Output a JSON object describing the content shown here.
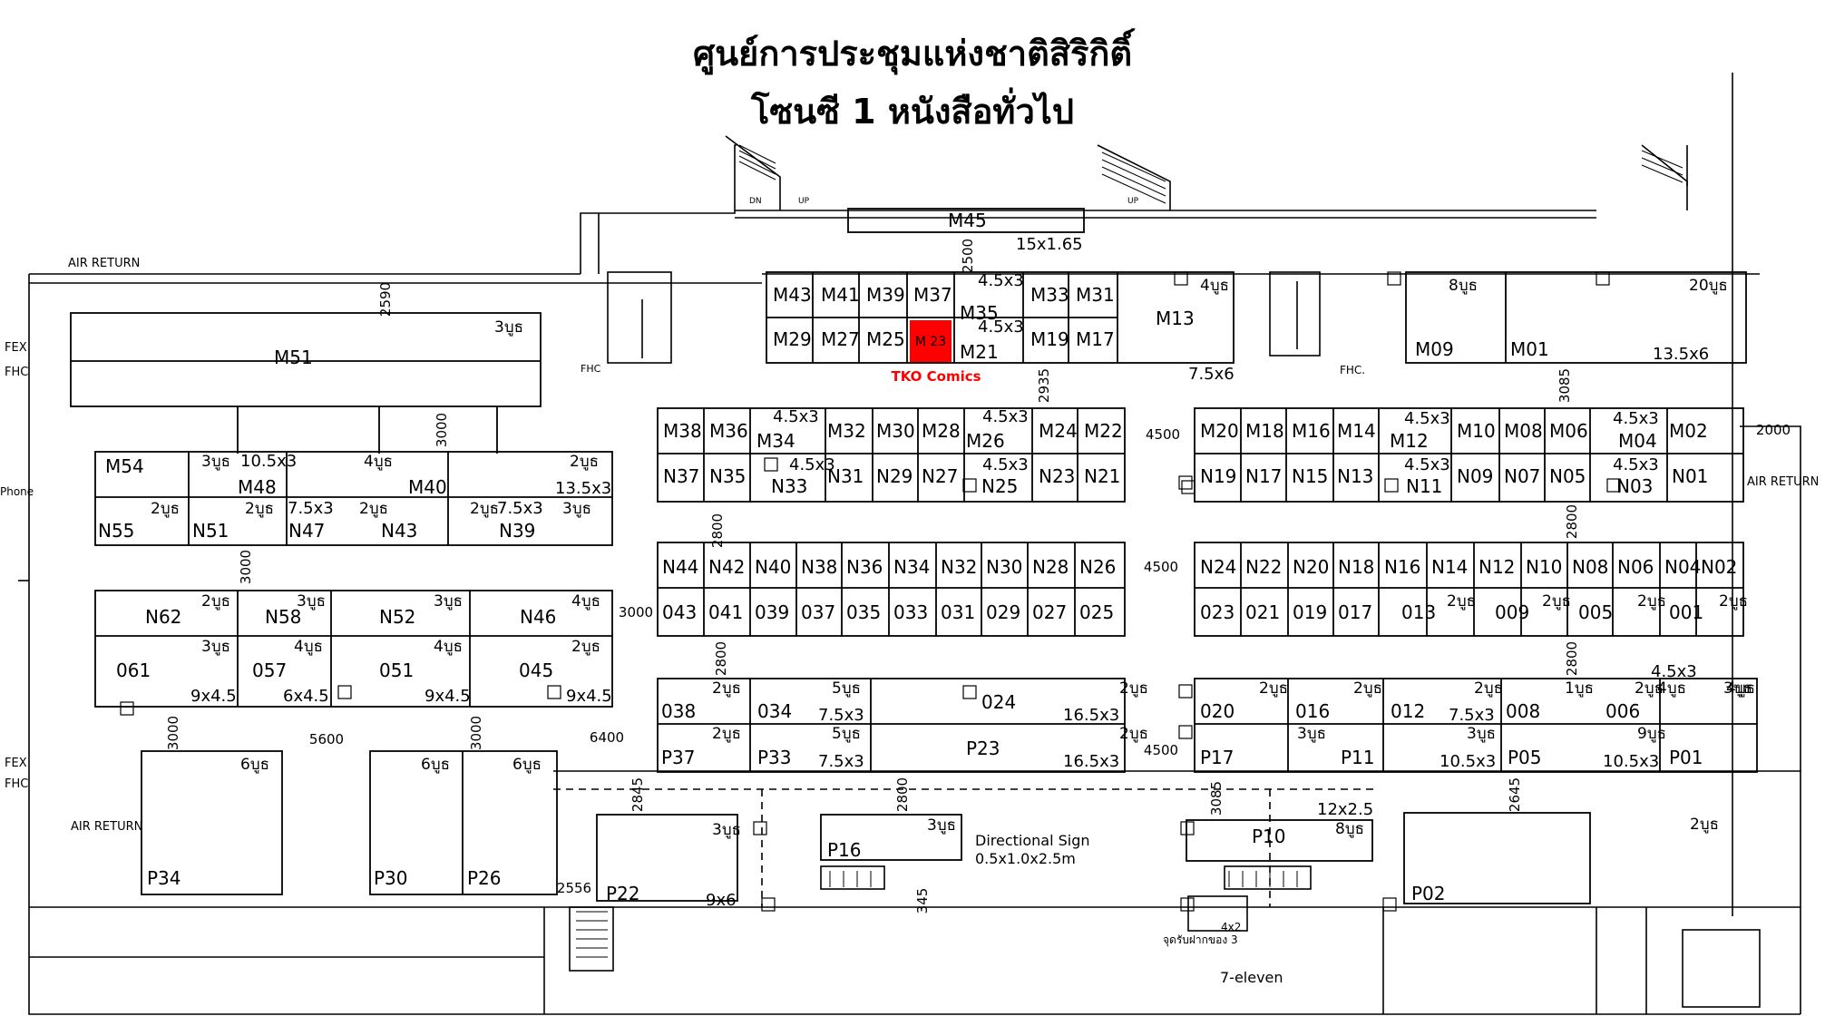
{
  "map": {
    "title": "ศูนย์การประชุมแห่งชาติสิริกิติ์",
    "subtitle": "โซนซี 1  หนังสือทั่วไป",
    "highlight": {
      "code": "M 23",
      "label": "TKO Comics",
      "color": "#ff0000"
    }
  },
  "dims": {
    "d1": "15x1.65",
    "d2": "4.5x3",
    "d3": "4.5x3",
    "d4": "4.5x3",
    "d5": "4.5x3",
    "d6": "4.5x3",
    "d7": "4.5x3",
    "d8": "4.5x3",
    "d9": "4.5x3",
    "d10": "4.5x3",
    "d11": "4.5x3",
    "d12": "4.5x3",
    "d13": "7.5x6",
    "d14": "13.5x6",
    "d15": "10.5x3",
    "d16": "13.5x3",
    "d17": "7.5x3",
    "d18": "7.5x3",
    "d19": "9x4.5",
    "d20": "6x4.5",
    "d21": "9x4.5",
    "d22": "9x4.5",
    "d23": "7.5x3",
    "d24": "16.5x3",
    "d25": "7.5x3",
    "d26": "16.5x3",
    "d27": "4.5x3",
    "d28": "7.5x3",
    "d29": "10.5x3",
    "d30": "10.5x3",
    "d31": "9x6",
    "d32": "12x2.5",
    "d33": "4x2"
  },
  "measures": {
    "m1": "2500",
    "m2": "2590",
    "m3": "3000",
    "m4": "2935",
    "m5": "3085",
    "m6": "4500",
    "m7": "2000",
    "m8": "3000",
    "m9": "2800",
    "m10": "2800",
    "m11": "4500",
    "m12": "3000",
    "m13": "2800",
    "m14": "2800",
    "m15": "3000",
    "m16": "5600",
    "m17": "3000",
    "m18": "6400",
    "m19": "4500",
    "m20": "2845",
    "m21": "2800",
    "m22": "3085",
    "m23": "2645",
    "m24": "2556",
    "m25": "345"
  },
  "labels": {
    "air_return_1": "AIR RETURN",
    "air_return_2": "AIR RETURN",
    "air_return_3": "AIR RETURN",
    "fex_1": "FEX",
    "fhc_1": "FHC",
    "fex_2": "FEX",
    "fhc_2": "FHC",
    "fhc_3": "FHC",
    "fhc_4": "FHC.",
    "phone": "Phone",
    "dn": "DN",
    "up_1": "UP",
    "up_2": "UP",
    "directional_1": "Directional  Sign",
    "directional_2": "0.5x1.0x2.5m",
    "cloak": "จุดรับฝากของ 3",
    "seven": "7-eleven"
  },
  "booth_units": [
    "4บูธ",
    "8บูธ",
    "20บูธ",
    "3บูธ",
    "3บูธ",
    "4บูธ",
    "2บูธ",
    "2บูธ",
    "2บูธ",
    "2บูธ",
    "2บูธ",
    "3บูธ",
    "2บูธ",
    "3บูธ",
    "3บูธ",
    "4บูธ",
    "3บูธ",
    "4บูธ",
    "4บูธ",
    "2บูธ",
    "2บูธ",
    "5บูธ",
    "2บูธ",
    "2บูธ",
    "5บูธ",
    "2บูธ",
    "2บูธ",
    "2บูธ",
    "2บูธ",
    "1บูธ",
    "4บูธ",
    "3บูธ",
    "3บูธ",
    "3บูธ",
    "9บูธ",
    "6บูธ",
    "6บูธ",
    "6บูธ",
    "3บูธ",
    "3บูธ",
    "8บูธ",
    "2บูธ",
    "2บูธ",
    "2บูธ",
    "2บูธ",
    "2บูธ",
    "2บูธ",
    "4บูธ"
  ],
  "zones": {
    "Mtop": [
      "M45",
      "M43",
      "M41",
      "M39",
      "M37",
      "M35",
      "M33",
      "M31",
      "M13",
      "M29",
      "M27",
      "M25",
      "M21",
      "M19",
      "M17",
      "M09",
      "M01",
      "M51"
    ],
    "MN": [
      "M38",
      "M36",
      "M34",
      "M32",
      "M30",
      "M28",
      "M26",
      "M24",
      "M22",
      "N37",
      "N35",
      "N33",
      "N31",
      "N29",
      "N27",
      "N25",
      "N23",
      "N21",
      "M20",
      "M18",
      "M16",
      "M14",
      "M12",
      "M10",
      "M08",
      "M06",
      "M04",
      "M02",
      "N19",
      "N17",
      "N15",
      "N13",
      "N11",
      "N09",
      "N07",
      "N05",
      "N03",
      "N01"
    ],
    "left": [
      "M54",
      "M48",
      "M40",
      "N55",
      "N51",
      "N47",
      "N43",
      "N39",
      "N62",
      "N58",
      "N52",
      "N46",
      "061",
      "057",
      "051",
      "045"
    ],
    "NO": [
      "N44",
      "N42",
      "N40",
      "N38",
      "N36",
      "N34",
      "N32",
      "N30",
      "N28",
      "N26",
      "043",
      "041",
      "039",
      "037",
      "035",
      "033",
      "031",
      "029",
      "027",
      "025",
      "N24",
      "N22",
      "N20",
      "N18",
      "N16",
      "N14",
      "N12",
      "N10",
      "N08",
      "N06",
      "N04",
      "N02",
      "023",
      "021",
      "019",
      "017",
      "013",
      "009",
      "005",
      "001"
    ],
    "OP": [
      "038",
      "034",
      "024",
      "P37",
      "P33",
      "P23",
      "020",
      "016",
      "012",
      "008",
      "006",
      "P17",
      "P11",
      "P05",
      "P01"
    ],
    "P": [
      "P34",
      "P30",
      "P26",
      "P22",
      "P16",
      "P10",
      "P02"
    ]
  }
}
